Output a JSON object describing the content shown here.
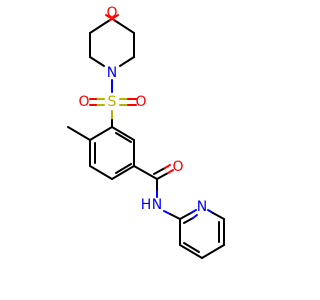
{
  "molecule": {
    "atom_labels": {
      "morpholine_o": "O",
      "morpholine_n": "N",
      "sulfur": "S",
      "sulfonyl_o_left": "O",
      "sulfonyl_o_right": "O",
      "carbonyl_o": "O",
      "amide_n": "N",
      "amide_h": "H",
      "pyridine_n": "N"
    },
    "colors": {
      "carbon_bond": "#000000",
      "oxygen": "#ff0000",
      "nitrogen": "#0000ff",
      "sulfur": "#b3b300"
    }
  }
}
